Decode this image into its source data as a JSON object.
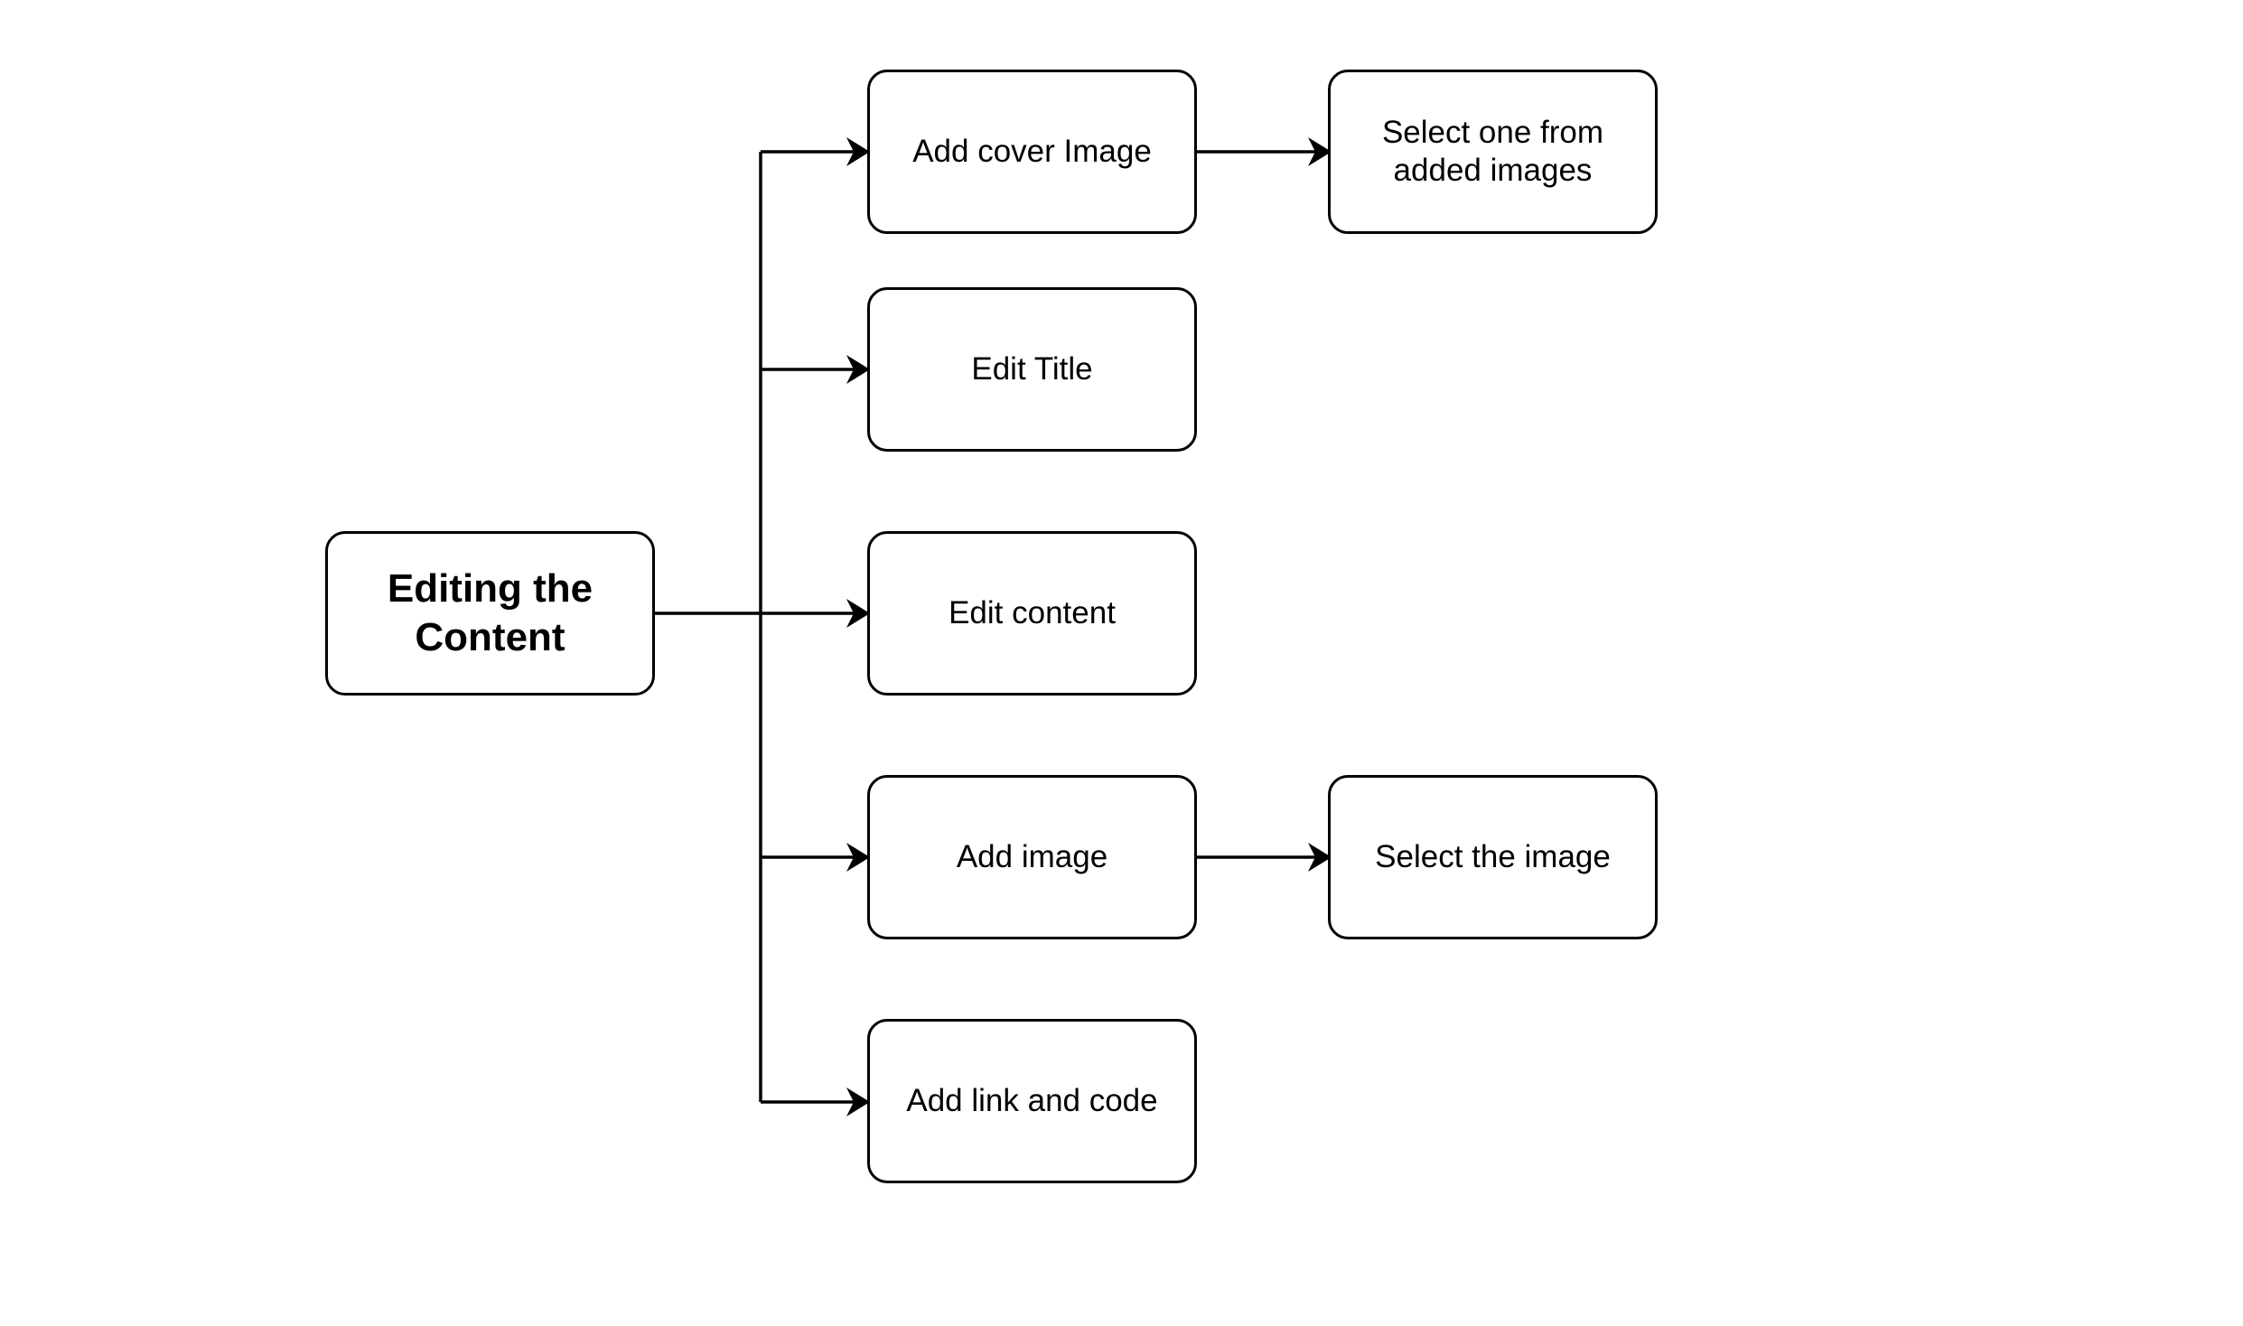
{
  "diagram": {
    "root": {
      "label": "Editing the\nContent"
    },
    "steps": [
      {
        "label": "Add cover Image"
      },
      {
        "label": "Edit Title"
      },
      {
        "label": "Edit content"
      },
      {
        "label": "Add image"
      },
      {
        "label": "Add link and code"
      }
    ],
    "sub_steps": [
      {
        "label": "Select one from\nadded images"
      },
      {
        "label": "Select the image"
      }
    ],
    "line_color": "#000000",
    "box_border_color": "#000000",
    "background": "#ffffff"
  }
}
